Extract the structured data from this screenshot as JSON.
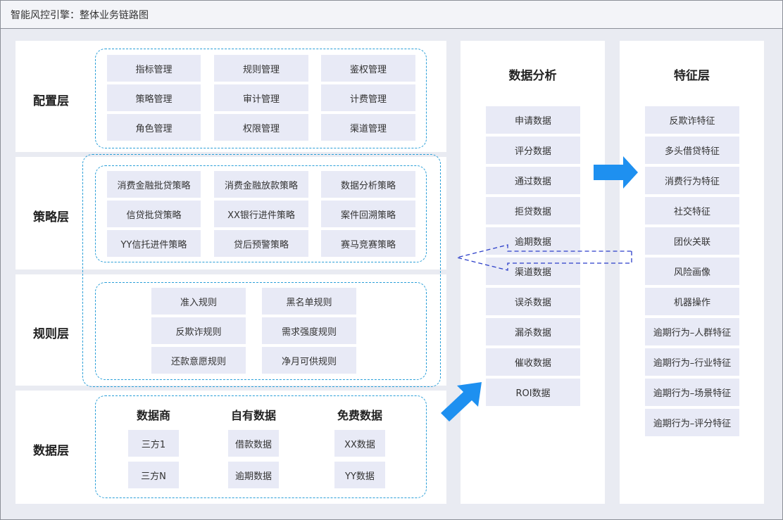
{
  "title": "智能风控引擎：整体业务链路图",
  "layers": {
    "config": {
      "label": "配置层",
      "items": [
        "指标管理",
        "规则管理",
        "鉴权管理",
        "策略管理",
        "审计管理",
        "计费管理",
        "角色管理",
        "权限管理",
        "渠道管理"
      ]
    },
    "strategy": {
      "label": "策略层",
      "items": [
        "消费金融批贷策略",
        "消费金融放款策略",
        "数据分析策略",
        "信贷批贷策略",
        "XX银行进件策略",
        "案件回溯策略",
        "YY信托进件策略",
        "贷后预警策略",
        "赛马竞赛策略"
      ]
    },
    "rules": {
      "label": "规则层",
      "items": [
        "准入规则",
        "黑名单规则",
        "反欺诈规则",
        "需求强度规则",
        "还款意愿规则",
        "净月可供规则"
      ]
    },
    "data": {
      "label": "数据层",
      "groups": [
        {
          "title": "数据商",
          "items": [
            "三方1",
            "三方N"
          ]
        },
        {
          "title": "自有数据",
          "items": [
            "借款数据",
            "逾期数据"
          ]
        },
        {
          "title": "免费数据",
          "items": [
            "XX数据",
            "YY数据"
          ]
        }
      ]
    }
  },
  "analysis": {
    "title": "数据分析",
    "items": [
      "申请数据",
      "评分数据",
      "通过数据",
      "拒贷数据",
      "逾期数据",
      "渠道数据",
      "误杀数据",
      "漏杀数据",
      "催收数据",
      "ROI数据"
    ]
  },
  "features": {
    "title": "特征层",
    "items": [
      "反欺诈特征",
      "多头借贷特征",
      "消费行为特征",
      "社交特征",
      "团伙关联",
      "风险画像",
      "机器操作",
      "逾期行为–人群特征",
      "逾期行为–行业特征",
      "逾期行为–场景特征",
      "逾期行为–评分特征"
    ]
  },
  "colors": {
    "accent": "#2a9fd8",
    "arrow": "#1e90f0",
    "cell": "#e8eaf6",
    "background": "#e9ebf2"
  }
}
